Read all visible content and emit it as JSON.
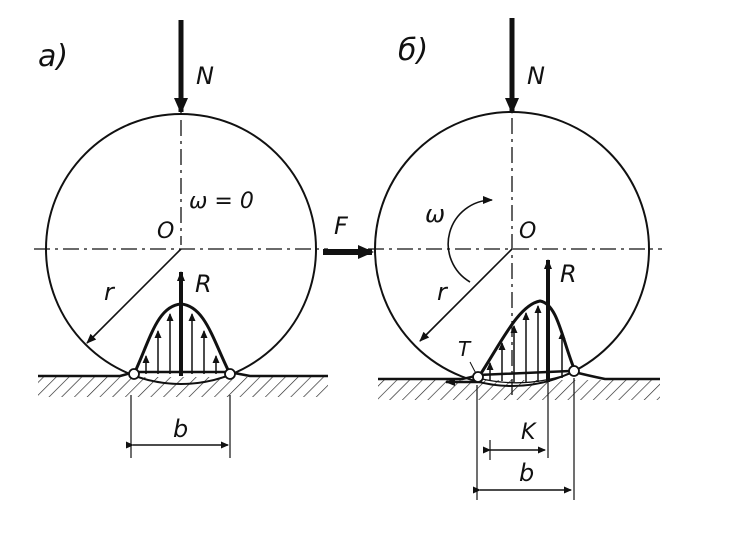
{
  "panels": [
    {
      "label": "а)",
      "force_N": "N",
      "omega": "ω = 0",
      "center": "O",
      "radius": "r",
      "reaction": "R",
      "width": "b"
    },
    {
      "label": "б)",
      "force_N": "N",
      "force_F": "F",
      "omega": "ω",
      "center": "O",
      "radius": "r",
      "reaction": "R",
      "tangential": "T",
      "offset": "K",
      "width": "b"
    }
  ]
}
